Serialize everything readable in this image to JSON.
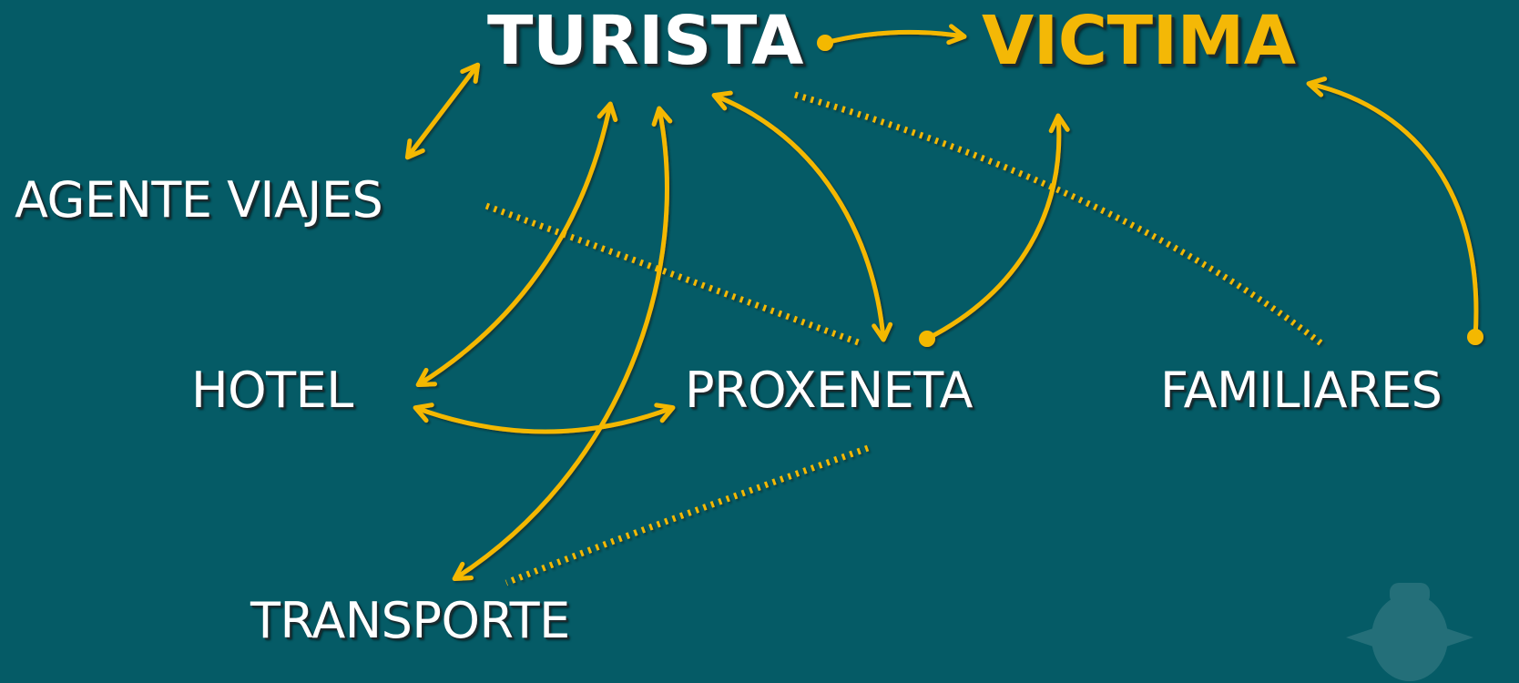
{
  "nodes": {
    "turista": "TURISTA",
    "victima": "VICTIMA",
    "agente_viajes": "AGENTE VIAJES",
    "hotel": "HOTEL",
    "proxeneta": "PROXENETA",
    "familiares": "FAMILIARES",
    "transporte": "TRANSPORTE"
  },
  "colors": {
    "background": "#055b66",
    "arrow": "#f4b806",
    "highlight_text": "#f4b806",
    "text": "#ffffff"
  },
  "edges": [
    {
      "from": "turista",
      "to": "victima",
      "style": "solid",
      "direction": "to"
    },
    {
      "from": "turista",
      "to": "agente_viajes",
      "style": "solid",
      "direction": "both"
    },
    {
      "from": "turista",
      "to": "hotel",
      "style": "solid",
      "direction": "both"
    },
    {
      "from": "turista",
      "to": "transporte",
      "style": "solid",
      "direction": "both"
    },
    {
      "from": "turista",
      "to": "proxeneta",
      "style": "solid",
      "direction": "both"
    },
    {
      "from": "proxeneta",
      "to": "victima",
      "style": "solid",
      "direction": "to"
    },
    {
      "from": "familiares",
      "to": "victima",
      "style": "solid",
      "direction": "to"
    },
    {
      "from": "hotel",
      "to": "proxeneta",
      "style": "solid",
      "direction": "both"
    },
    {
      "from": "agente_viajes",
      "to": "proxeneta",
      "style": "dotted",
      "direction": "none"
    },
    {
      "from": "turista",
      "to": "familiares",
      "style": "dotted",
      "direction": "none"
    },
    {
      "from": "proxeneta",
      "to": "transporte",
      "style": "dotted",
      "direction": "none"
    }
  ]
}
